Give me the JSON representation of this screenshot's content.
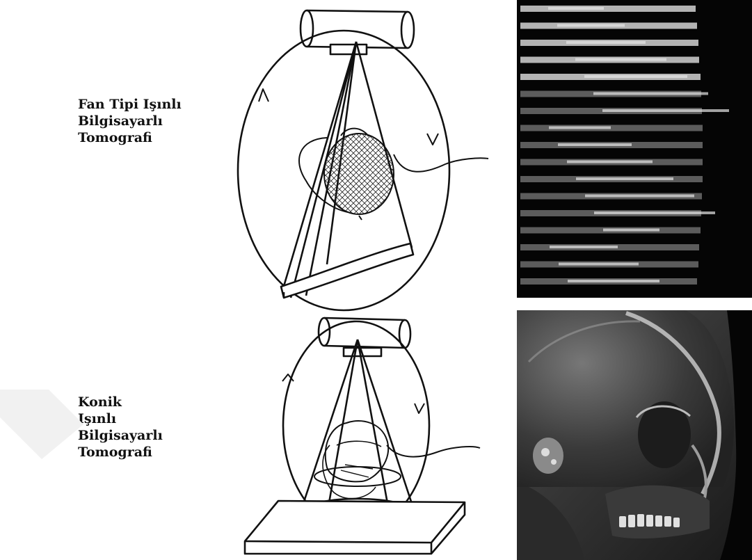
{
  "colors": {
    "background": "#ffffff",
    "ink": "#111111",
    "xray_dark": "#050505",
    "xray_bright": "#d8d8d8"
  },
  "panels": [
    {
      "id": "fan",
      "label_lines": [
        "Fan Tipi Işınlı",
        "Bilgisayarlı",
        "Tomografi"
      ],
      "image": "fan-beam CT slice radiograph (horizontal bands)"
    },
    {
      "id": "cone",
      "label_lines": [
        "Konik",
        "Işınlı",
        "Bilgisayarlı",
        "Tomografi"
      ],
      "image": "cone-beam CT lateral skull radiograph"
    }
  ]
}
